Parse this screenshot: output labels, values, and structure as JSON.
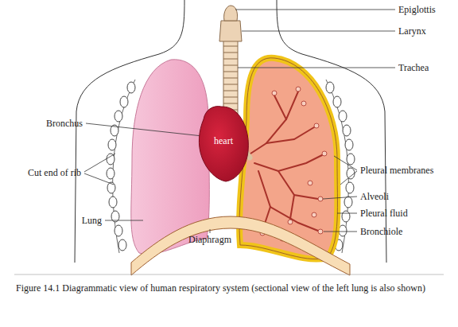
{
  "diagram": {
    "caption": "Figure 14.1 Diagrammatic view of human respiratory system (sectional view of the left lung is also shown)",
    "nodes": [
      {
        "text": [
          "heart"
        ]
      }
    ],
    "labels": [
      "Epiglottis",
      "Larynx",
      "Trachea",
      "Bronchus",
      "Cut end of rib",
      "Lung",
      "Diaphragm",
      "Pleural membranes",
      "Alveoli",
      "Pleural fluid",
      "Bronchiole"
    ]
  }
}
